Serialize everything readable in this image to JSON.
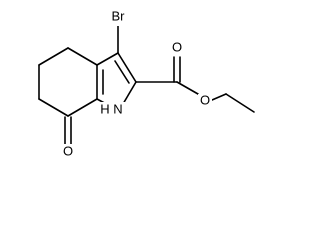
{
  "molecule": {
    "atoms": {
      "bromine": "Br",
      "nitrogen_h": "H",
      "nitrogen": "N",
      "ketone_oxygen": "O",
      "carbonyl_oxygen": "O",
      "ester_oxygen": "O"
    }
  }
}
